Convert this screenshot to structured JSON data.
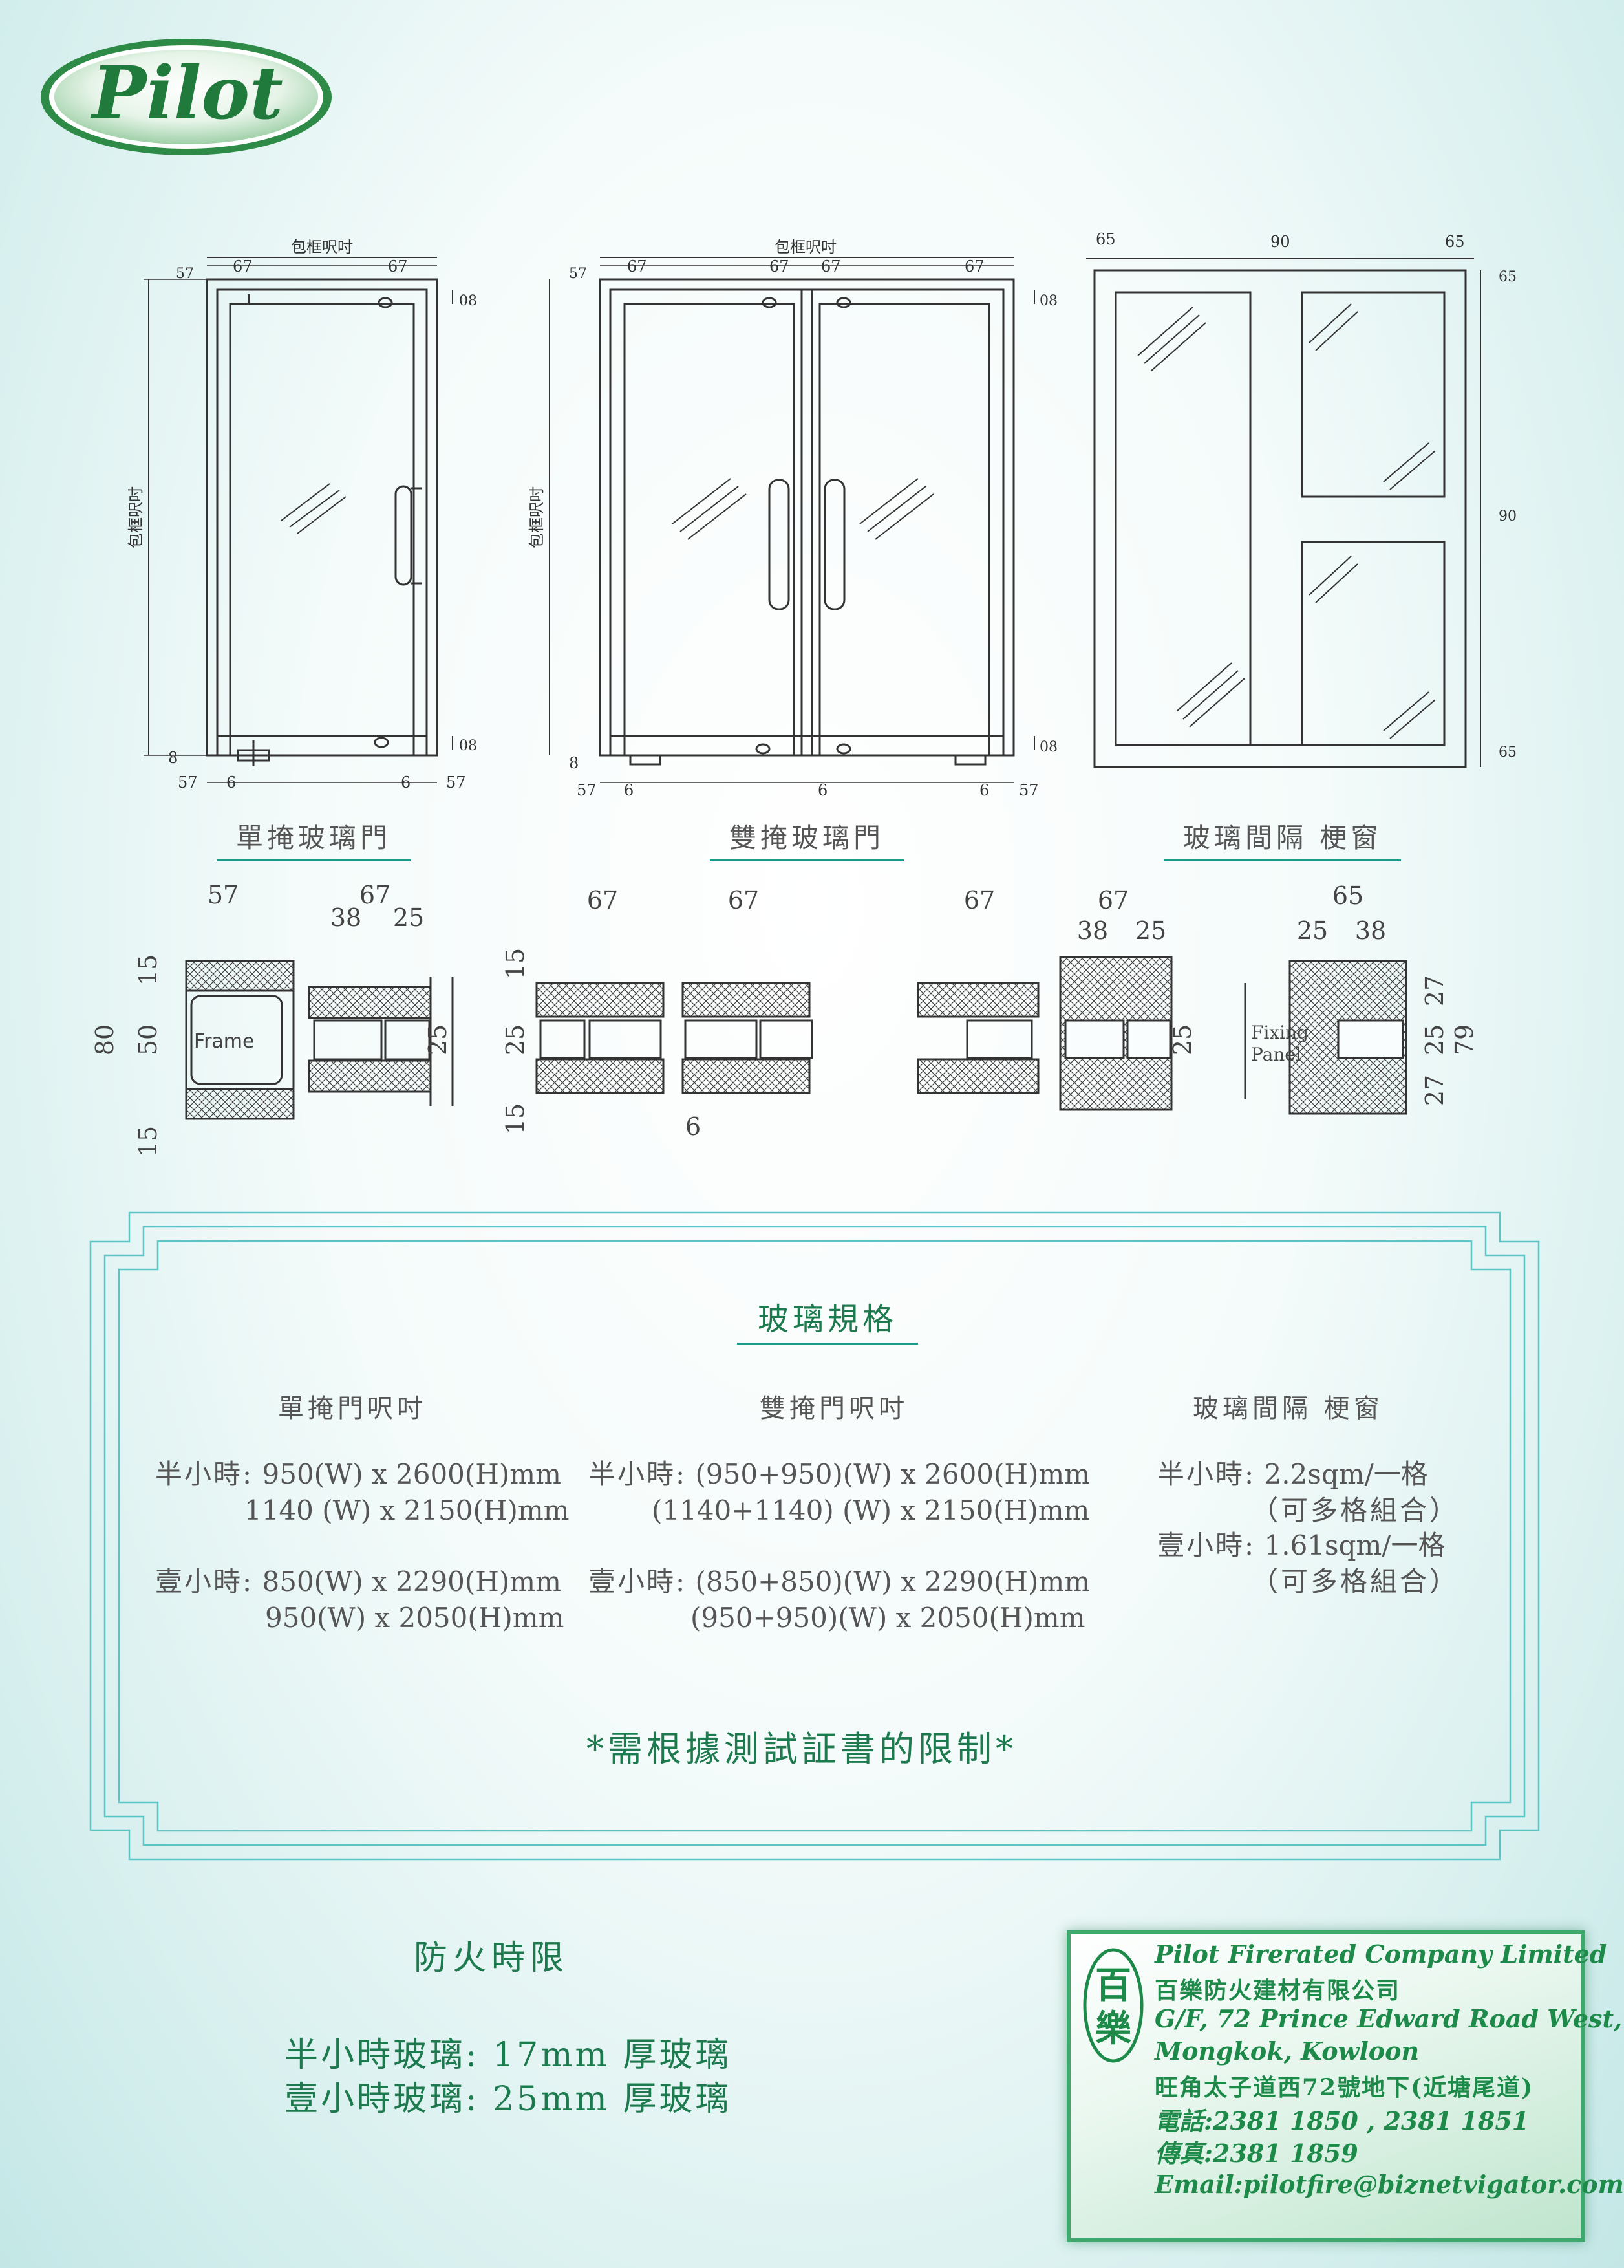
{
  "brand": {
    "logo_text": "Pilot"
  },
  "drawings": {
    "single_door_title": "單掩玻璃門",
    "double_door_title": "雙掩玻璃門",
    "partition_title": "玻璃間隔 梗窗",
    "frame_size_label": "包框呎吋",
    "frame_label": "Frame",
    "fixing_panel_label_1": "Fixing",
    "fixing_panel_label_2": "Panel"
  },
  "spec": {
    "title": "玻璃規格",
    "col1": {
      "header": "單掩門呎吋",
      "half_label": "半小時:",
      "half_1": "950(W) x 2600(H)mm",
      "half_2": "1140 (W) x 2150(H)mm",
      "one_label": "壹小時:",
      "one_1": "850(W) x 2290(H)mm",
      "one_2": "950(W) x 2050(H)mm"
    },
    "col2": {
      "header": "雙掩門呎吋",
      "half_label": "半小時:",
      "half_1": "(950+950)(W) x 2600(H)mm",
      "half_2": "(1140+1140) (W) x 2150(H)mm",
      "one_label": "壹小時:",
      "one_1": "(850+850)(W) x 2290(H)mm",
      "one_2": "(950+950)(W) x 2050(H)mm"
    },
    "col3": {
      "header": "玻璃間隔 梗窗",
      "half_label": "半小時:",
      "half_1": "2.2sqm/一格",
      "half_2": "（可多格組合）",
      "one_label": "壹小時:",
      "one_1": "1.61sqm/一格",
      "one_2": "（可多格組合）"
    },
    "note": "*需根據測試証書的限制*"
  },
  "fire": {
    "title": "防火時限",
    "half": "半小時玻璃: 17mm 厚玻璃",
    "one": "壹小時玻璃: 25mm 厚玻璃"
  },
  "contact": {
    "seal_1": "百",
    "seal_2": "樂",
    "company_en": "Pilot Firerated Company Limited",
    "company_cn": "百樂防火建材有限公司",
    "address_1": "G/F, 72 Prince Edward Road West,",
    "address_2": "Mongkok, Kowloon",
    "address_cn": "旺角太子道西72號地下(近塘尾道)",
    "tel": "電話:2381 1850 , 2381 1851",
    "fax": "傳真:2381 1859",
    "email": "Email:pilotfire@biznetvigator.com"
  },
  "colors": {
    "accent_green": "#1d7a4e",
    "frame_teal": "#1a9b8a",
    "logo_green": "#1f7a3c"
  }
}
